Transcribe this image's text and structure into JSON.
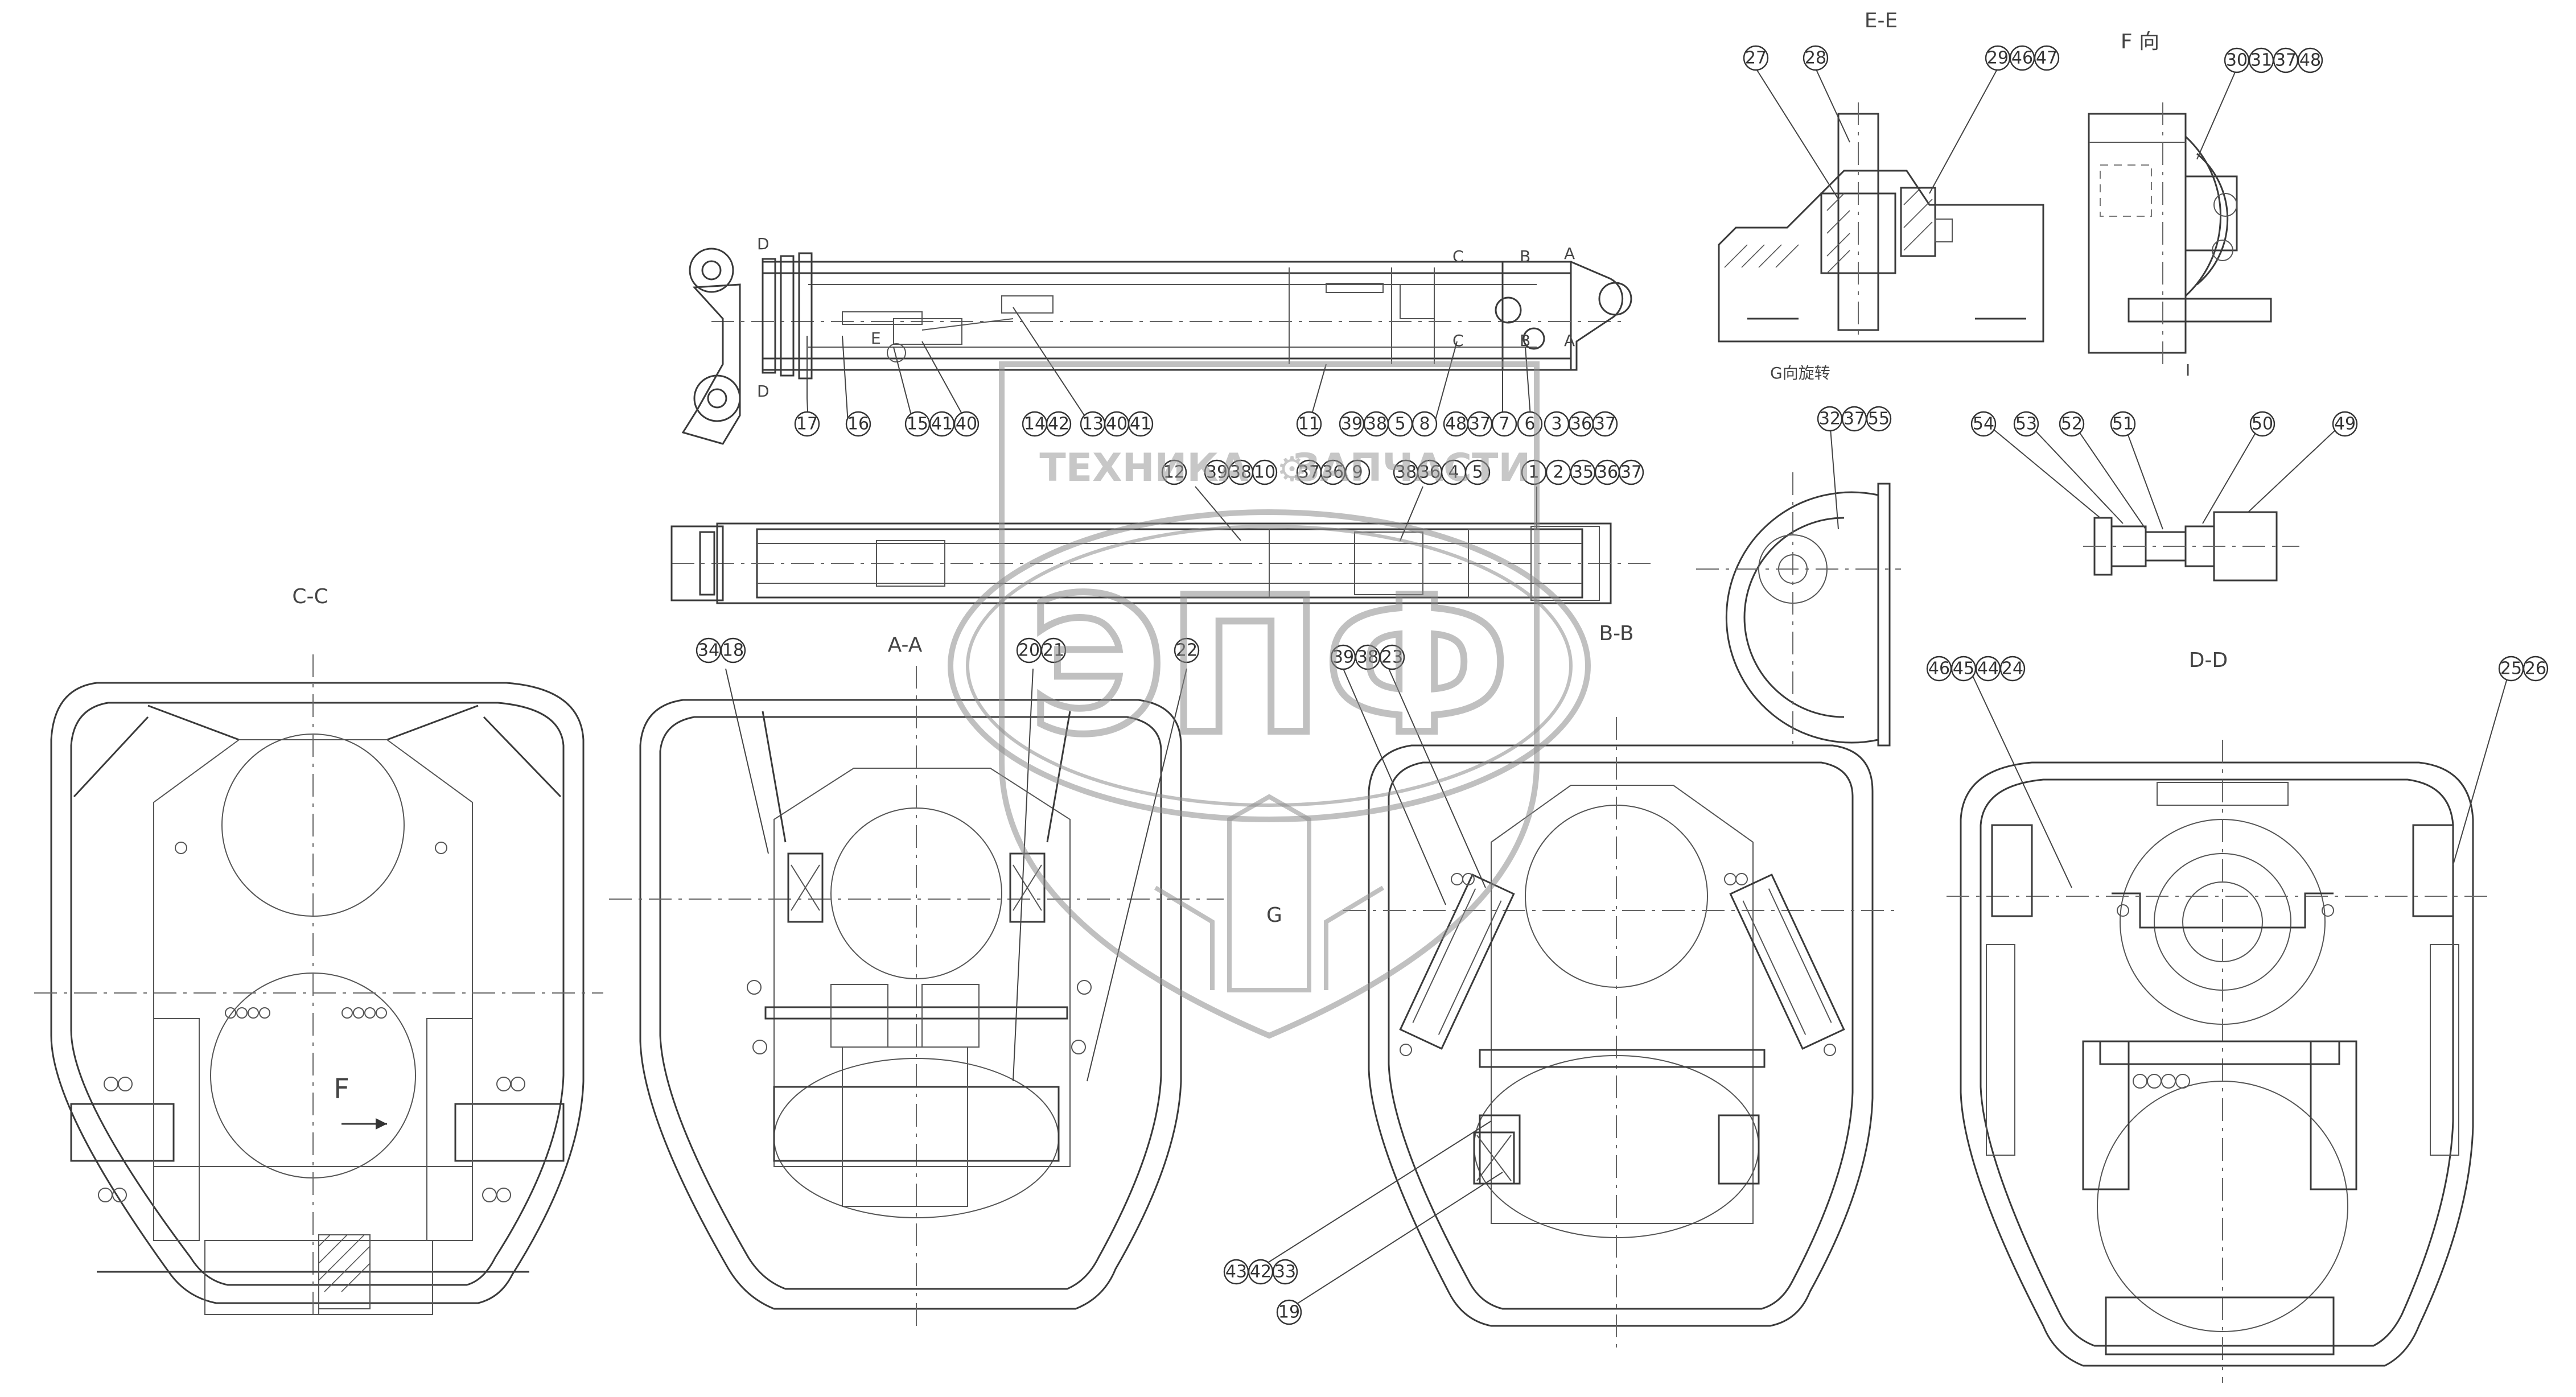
{
  "views": {
    "cc": "C-C",
    "aa": "A-A",
    "bb": "B-B",
    "dd": "D-D",
    "ee": "E-E",
    "f_dir": "F 向",
    "g_rot": "G向旋转",
    "letter_f": "F",
    "letter_g": "G",
    "section_marks": [
      "D",
      "D",
      "C",
      "C",
      "B",
      "B",
      "A",
      "A",
      "E",
      "I"
    ]
  },
  "watermark": {
    "top_text": "ТЕХНИКА",
    "top_text_right": "ЗАПЧАСТИ",
    "big_text": "ЭПФ",
    "gear_symbol": "⚙"
  },
  "balloons_top": [
    "17",
    "16",
    "15",
    "41",
    "40",
    "14",
    "42",
    "13",
    "40",
    "41",
    "11",
    "39",
    "38",
    "5",
    "8",
    "48",
    "37",
    "7",
    "6",
    "3",
    "36",
    "37"
  ],
  "balloons_mid": [
    "12",
    "39",
    "38",
    "10",
    "37",
    "36",
    "9",
    "38",
    "36",
    "4",
    "5",
    "1",
    "2",
    "35",
    "36",
    "37"
  ],
  "balloons_sections": [
    "34",
    "18",
    "20",
    "21",
    "22",
    "39",
    "38",
    "23",
    "46",
    "45",
    "44",
    "24",
    "25",
    "26",
    "43",
    "42",
    "33",
    "19"
  ],
  "balloons_ee": [
    "27",
    "28",
    "29",
    "46",
    "47",
    "30",
    "31",
    "37",
    "48"
  ],
  "balloons_g": [
    "32",
    "37",
    "55",
    "54",
    "53",
    "52",
    "51",
    "50",
    "49"
  ]
}
